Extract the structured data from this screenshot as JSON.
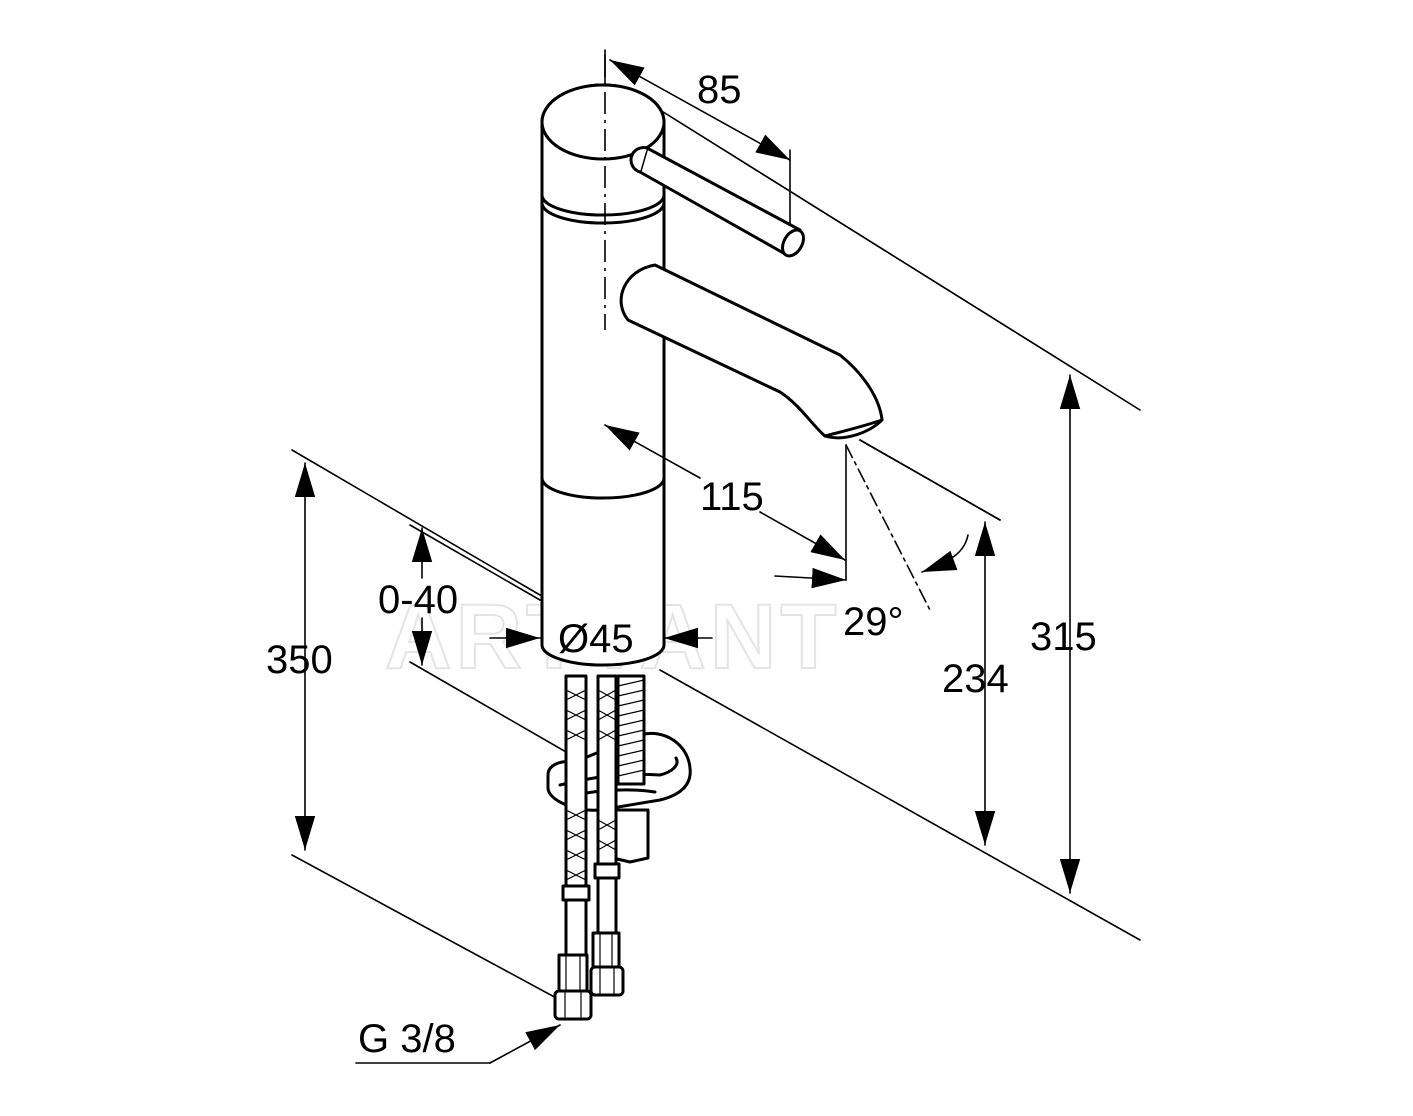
{
  "drawing": {
    "subject": "faucet",
    "watermark": "ARTTANT",
    "dimensions": {
      "lever_reach": "85",
      "spout_reach": "115",
      "spout_angle": "29°",
      "spout_height": "234",
      "total_height": "315",
      "connection_length": "350",
      "deck_thickness": "0-40",
      "body_diameter": "Ø45",
      "thread": "G 3/8"
    }
  }
}
